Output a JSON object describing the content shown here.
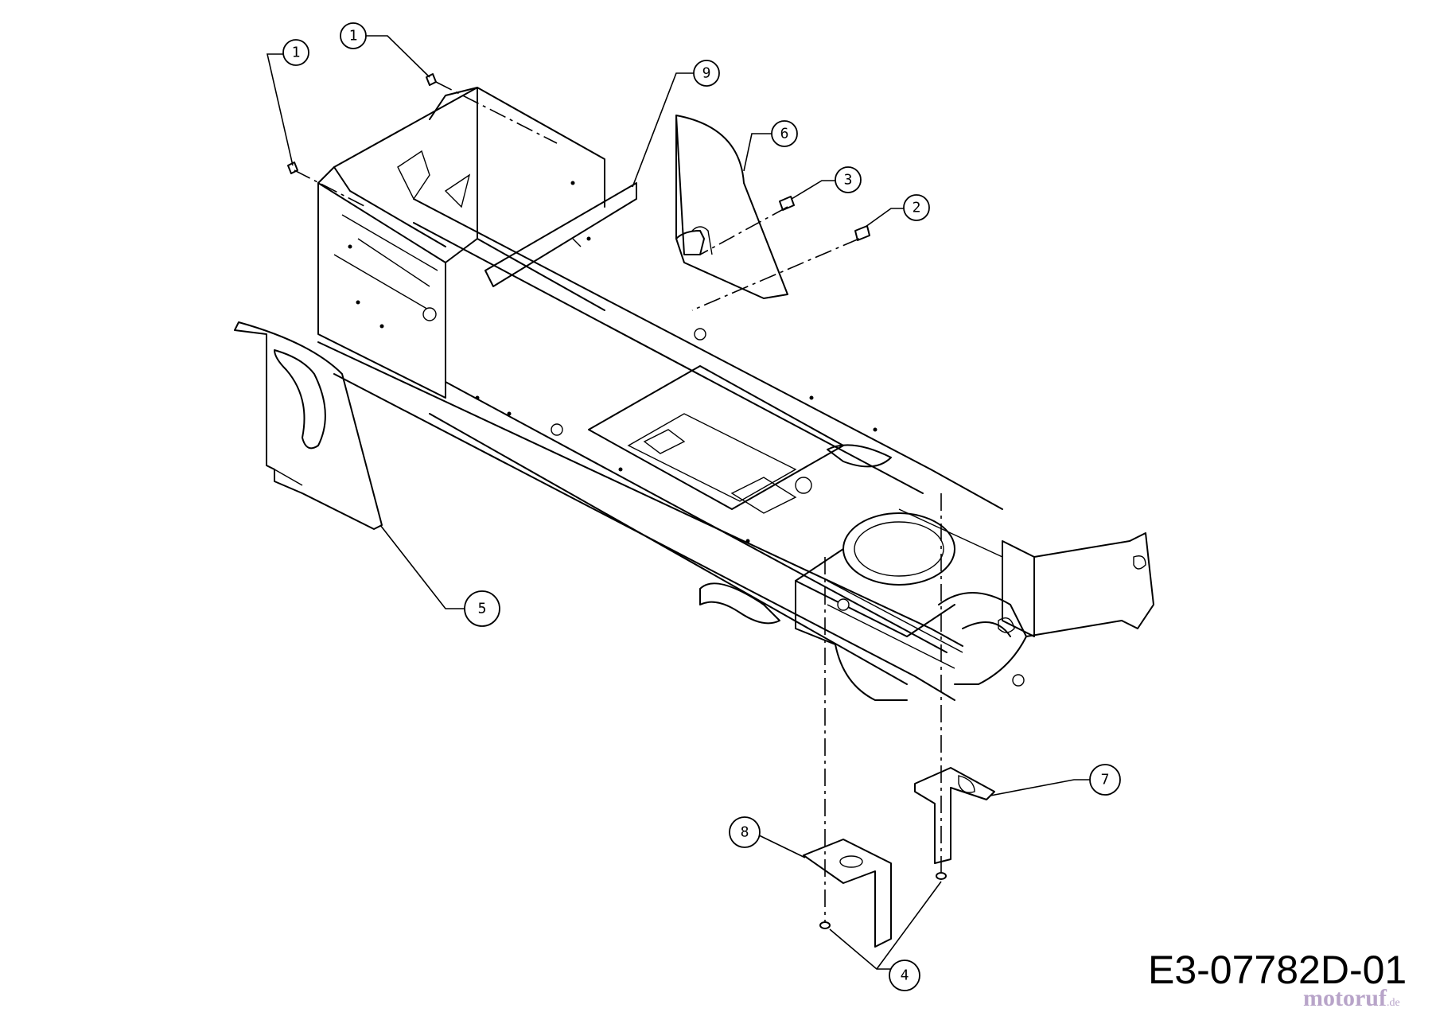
{
  "drawing_code": "E3-07782D-01",
  "watermark": {
    "brand": "motoruf",
    "suffix": ".de"
  },
  "callouts": [
    {
      "id": "callout-1a",
      "number": "1"
    },
    {
      "id": "callout-1b",
      "number": "1"
    },
    {
      "id": "callout-9",
      "number": "9"
    },
    {
      "id": "callout-6",
      "number": "6"
    },
    {
      "id": "callout-3",
      "number": "3"
    },
    {
      "id": "callout-2",
      "number": "2"
    },
    {
      "id": "callout-5",
      "number": "5"
    },
    {
      "id": "callout-7",
      "number": "7"
    },
    {
      "id": "callout-8",
      "number": "8"
    },
    {
      "id": "callout-4",
      "number": "4"
    }
  ]
}
